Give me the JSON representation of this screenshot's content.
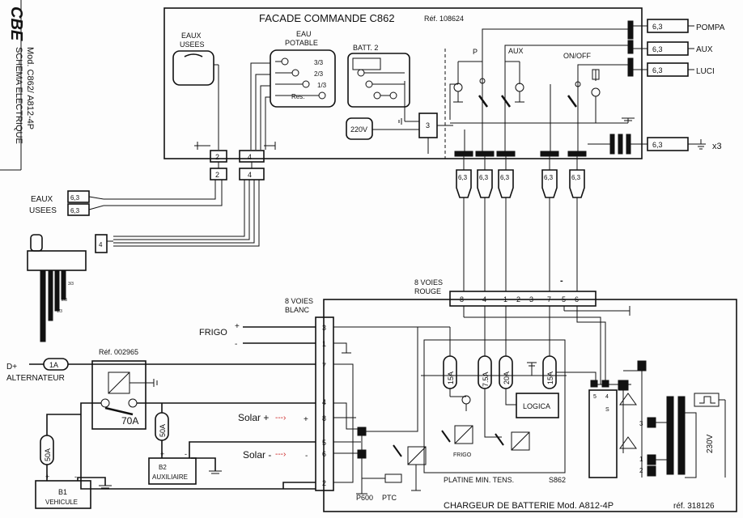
{
  "side_title": {
    "logo": "CBE",
    "line1": "SCHEMA ELECTRIQUE",
    "line2": "Mod. C862/ A812-4P"
  },
  "top_panel": {
    "title": "FACADE COMMANDE C862",
    "ref": "Réf. 108624",
    "eaux_usees": [
      "EAUX",
      "USEES"
    ],
    "eau_potable": [
      "EAU",
      "POTABLE"
    ],
    "levels": [
      "3/3",
      "2/3",
      "1/3",
      "Res."
    ],
    "batt2": "BATT. 2",
    "v220": "220V",
    "relay_num": "3",
    "sw_p": "P",
    "sw_aux": "AUX",
    "sw_onoff": "ON/OFF",
    "conn_2a": "2",
    "conn_4a": "4",
    "conn_2b": "2",
    "conn_4b": "4"
  },
  "right_outputs": {
    "term": "6,3",
    "pompa": "POMPA",
    "aux": "AUX",
    "luci": "LUCI",
    "ground_x3": "x3"
  },
  "bottom_terms": [
    "6,3",
    "6,3",
    "6,3",
    "6,3",
    "6,3"
  ],
  "eaux_usees_side": {
    "label": [
      "EAUX",
      "USEES"
    ],
    "t1": "6,3",
    "t2": "6,3",
    "conn4": "4"
  },
  "tank_levels": [
    "3/3",
    "2/3",
    "1/3"
  ],
  "rouge": {
    "label": [
      "8 VOIES",
      "ROUGE"
    ],
    "pins": [
      "8",
      "4",
      "1",
      "2",
      "3",
      "7",
      "5",
      "6"
    ],
    "minus": "-"
  },
  "blanc": {
    "label": [
      "8 VOIES",
      "BLANC"
    ],
    "pins": [
      "3",
      "1",
      "7",
      "4",
      "8",
      "5",
      "6",
      "2"
    ]
  },
  "frigo_in": {
    "label": "FRIGO",
    "plus": "+",
    "minus": "-"
  },
  "alt": {
    "label": [
      "D+",
      "ALTERNATEUR"
    ],
    "fuse": "1A"
  },
  "relay": {
    "ref": "Réf. 002965",
    "rating": "70A"
  },
  "fuse50a": "50A",
  "fuse50b": "50A",
  "b1": {
    "label": [
      "B1",
      "VEHICULE"
    ],
    "plus": "+",
    "minus": "-"
  },
  "b2": {
    "label": [
      "B2",
      "AUXILIAIRE"
    ],
    "plus": "+",
    "minus": "-"
  },
  "solar_plus": {
    "label": "Solar +",
    "arrow": "---›",
    "sign": "+"
  },
  "solar_minus": {
    "label": "Solar -",
    "arrow": "---›",
    "sign": "-"
  },
  "charger": {
    "title": "CHARGEUR DE BATTERIE Mod. A812-4P",
    "ref": "réf. 318126",
    "fuses": [
      "15A",
      "7.5A",
      "20A",
      "15A"
    ],
    "logica": "LOGICA",
    "frigo": "FRIGO",
    "platine": "PLATINE MIN. TENS.",
    "s862": "S862",
    "p600": "P600",
    "ptc": "PTC",
    "v230": "230V",
    "board_pins": [
      "5",
      "4",
      "S"
    ],
    "diode_nums": [
      "3",
      "1",
      "2"
    ]
  }
}
